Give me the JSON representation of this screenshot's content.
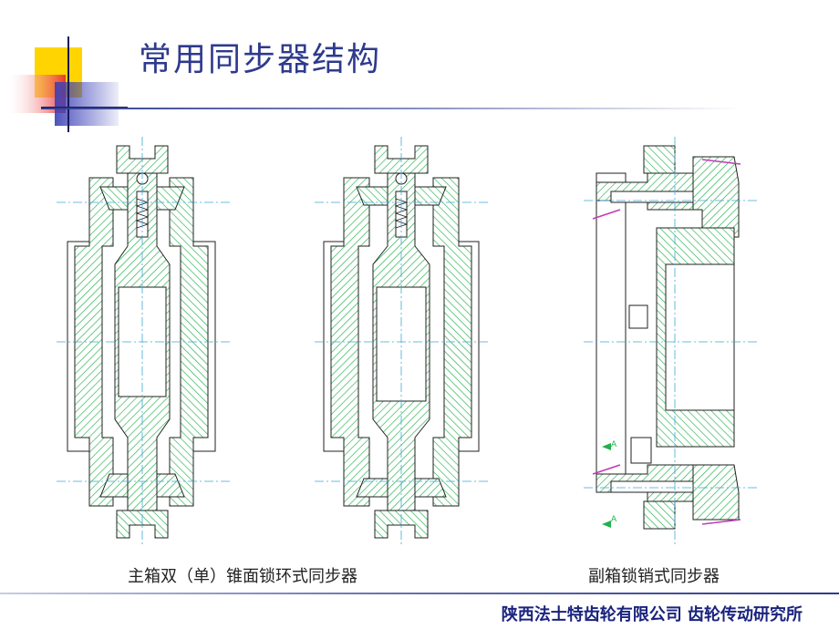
{
  "title": "常用同步器结构",
  "diagrams": [
    {
      "caption": "主箱双（单）锥面锁环式同步器"
    },
    {
      "caption": "副箱锁销式同步器"
    }
  ],
  "section_marks": [
    "A",
    "A"
  ],
  "footer": "陕西法士特齿轮有限公司  齿轮传动研究所",
  "colors": {
    "title": "#2e3a8c",
    "hatch": "#22b14c",
    "centerline": "#3fa9d6",
    "outline": "#202020",
    "logo_yellow": "#ffd400",
    "logo_red": "#e8282b",
    "logo_blue": "#3a3fb8"
  }
}
